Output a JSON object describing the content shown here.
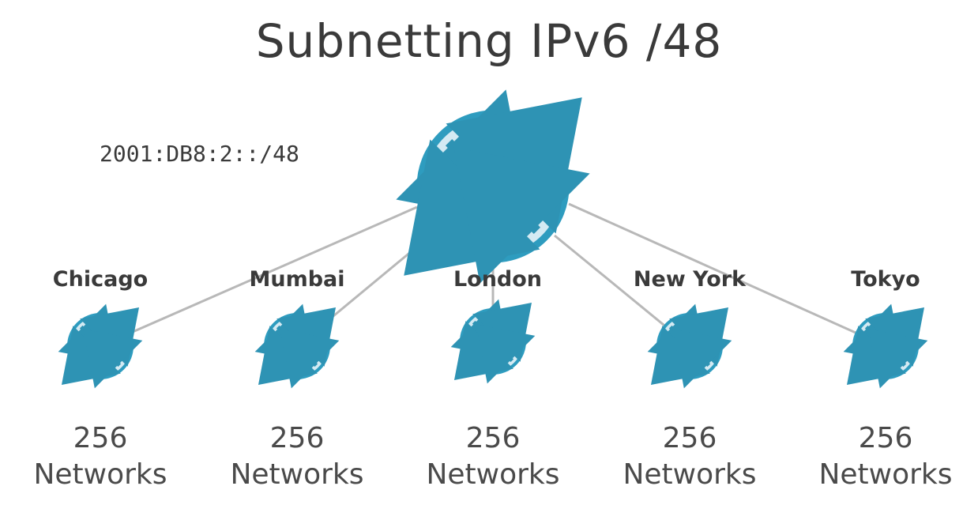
{
  "title": "Subnetting IPv6 /48",
  "prefix": "2001:DB8:2::/48",
  "colors": {
    "router_fill": "#d4eaf3",
    "router_stroke": "#2e9cbf",
    "arrow": "#2e93b4",
    "link": "#b8b8b8",
    "text": "#3a3a3a"
  },
  "core_router": {
    "icon": "router-icon"
  },
  "sites": [
    {
      "name": "Chicago",
      "count": "256",
      "unit": "Networks",
      "icon": "router-icon"
    },
    {
      "name": "Mumbai",
      "count": "256",
      "unit": "Networks",
      "icon": "router-icon"
    },
    {
      "name": "London",
      "count": "256",
      "unit": "Networks",
      "icon": "router-icon"
    },
    {
      "name": "New York",
      "count": "256",
      "unit": "Networks",
      "icon": "router-icon"
    },
    {
      "name": "Tokyo",
      "count": "256",
      "unit": "Networks",
      "icon": "router-icon"
    }
  ]
}
